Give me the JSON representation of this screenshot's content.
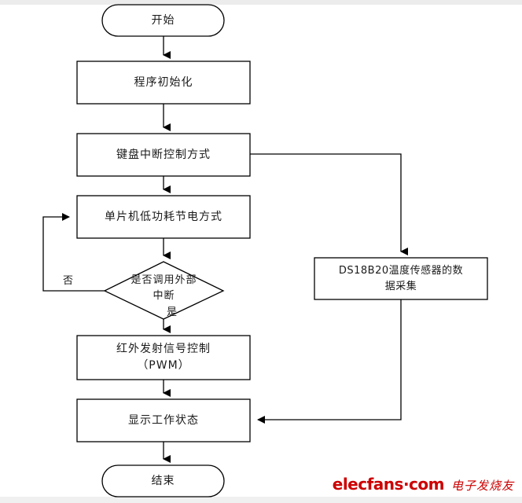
{
  "diagram": {
    "type": "flowchart",
    "title": "",
    "orientation": "top-to-bottom",
    "nodes": [
      {
        "id": "start",
        "shape": "terminator",
        "label": "开始"
      },
      {
        "id": "init",
        "shape": "process",
        "label": "程序初始化"
      },
      {
        "id": "keyboard",
        "shape": "process",
        "label": "键盘中断控制方式"
      },
      {
        "id": "lowpower",
        "shape": "process",
        "label": "单片机低功耗节电方式"
      },
      {
        "id": "decision",
        "shape": "decision",
        "label": "是否调用外部\n中断"
      },
      {
        "id": "ir",
        "shape": "process",
        "label": "红外发射信号控制\n（PWM）"
      },
      {
        "id": "display",
        "shape": "process",
        "label": "显示工作状态"
      },
      {
        "id": "end",
        "shape": "terminator",
        "label": "结束"
      },
      {
        "id": "ds18b20",
        "shape": "process",
        "label": "DS18B20温度传感器的数\n据采集"
      }
    ],
    "edges": [
      {
        "from": "start",
        "to": "init",
        "label": ""
      },
      {
        "from": "init",
        "to": "keyboard",
        "label": ""
      },
      {
        "from": "keyboard",
        "to": "lowpower",
        "label": ""
      },
      {
        "from": "lowpower",
        "to": "decision",
        "label": ""
      },
      {
        "from": "decision",
        "to": "lowpower",
        "label": "否"
      },
      {
        "from": "decision",
        "to": "ir",
        "label": "是"
      },
      {
        "from": "ir",
        "to": "display",
        "label": ""
      },
      {
        "from": "display",
        "to": "end",
        "label": ""
      },
      {
        "from": "keyboard",
        "to": "ds18b20",
        "label": ""
      },
      {
        "from": "ds18b20",
        "to": "display",
        "label": ""
      }
    ],
    "edge_labels": {
      "no": "否",
      "yes": "是"
    },
    "colors": {
      "stroke": "#000000",
      "fill": "#ffffff",
      "text": "#1a1a1a",
      "watermark": "#cc0000",
      "page_edge": "#ececec"
    }
  },
  "watermark": {
    "brand": "elecfans·com",
    "chinese": "电子发烧友"
  }
}
